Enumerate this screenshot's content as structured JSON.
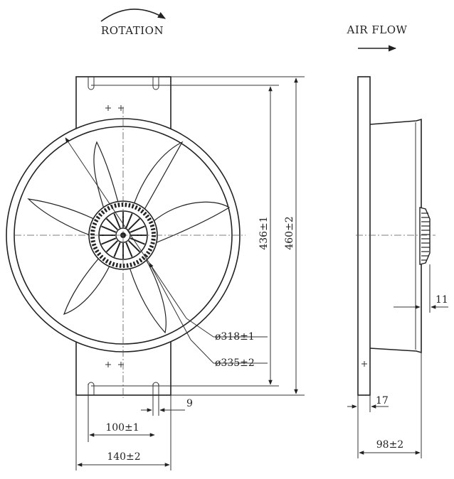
{
  "labels": {
    "rotation": "ROTATION",
    "airflow": "AIR FLOW"
  },
  "dimensions": {
    "height_inner": "436±1",
    "height_outer": "460±2",
    "dia_inner": "ø318±1",
    "dia_outer": "ø335±2",
    "slot_width": "9",
    "hole_spacing": "100±1",
    "plate_width": "140±2",
    "motor_depth": "11",
    "plate_thickness": "17",
    "total_depth": "98±2"
  },
  "colors": {
    "line": "#222222",
    "background": "#ffffff"
  }
}
